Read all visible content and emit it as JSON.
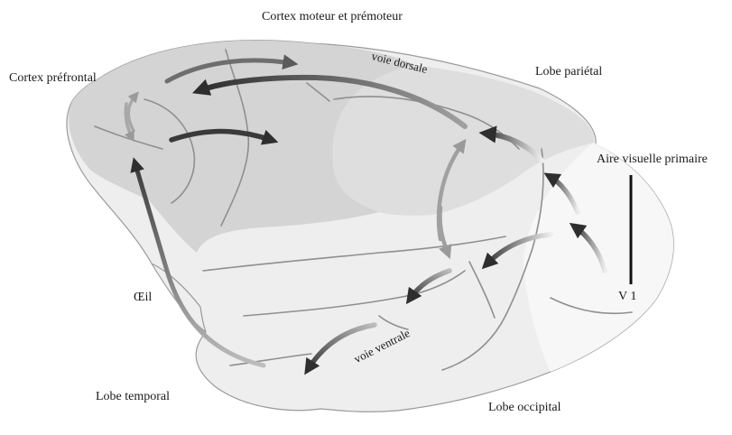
{
  "labels": {
    "motor_premotor_cortex": "Cortex moteur et prémoteur",
    "prefrontal_cortex": "Cortex préfrontal",
    "dorsal_pathway": "voie dorsale",
    "parietal_lobe": "Lobe pariétal",
    "primary_visual_area": "Aire visuelle primaire",
    "v1": "V 1",
    "eye": "Œil",
    "ventral_pathway": "voie ventrale",
    "temporal_lobe": "Lobe temporal",
    "occipital_lobe": "Lobe occipital"
  },
  "colors": {
    "brain_fill": "#eeeeee",
    "frontal_shade": "#d0d0d0",
    "parietal_shade": "#dadada",
    "occipital_fill": "#f7f7f7",
    "sulcus": "#8f8f8f",
    "outline": "#9a9a9a",
    "arrow_dark": "#2e2e2e",
    "arrow_light": "#a8a8a8"
  }
}
